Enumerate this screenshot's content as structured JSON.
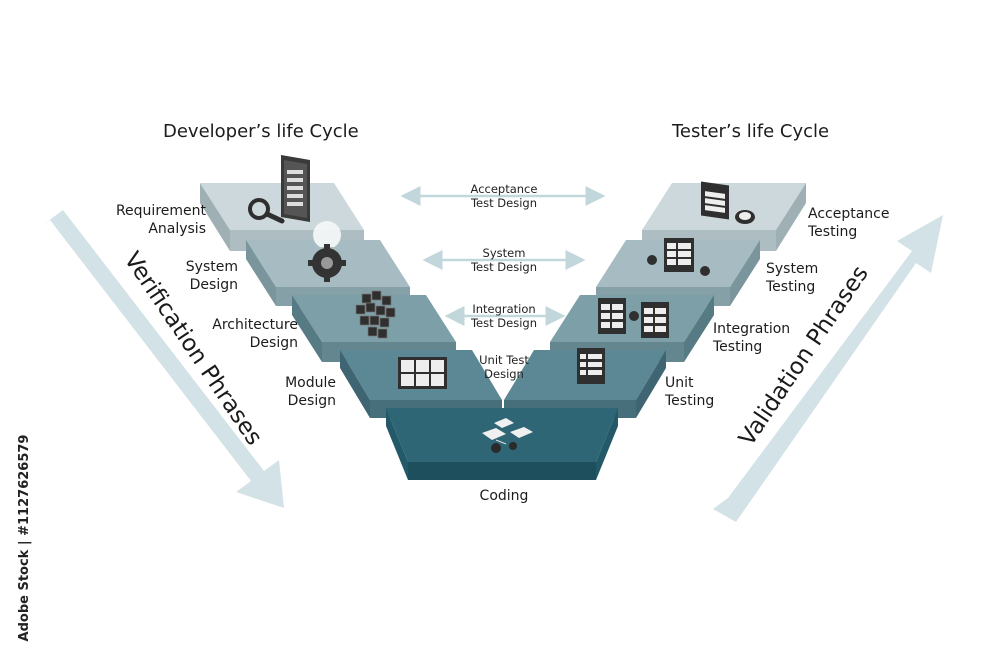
{
  "headings": {
    "developer": "Developer’s life Cycle",
    "tester": "Tester’s life Cycle"
  },
  "developer_steps": [
    {
      "label": "Requirement\nAnalysis",
      "icon": "document-magnifier-icon"
    },
    {
      "label": "System\nDesign",
      "icon": "lightbulb-gear-icon"
    },
    {
      "label": "Architecture\nDesign",
      "icon": "cube-blocks-icon"
    },
    {
      "label": "Module\nDesign",
      "icon": "module-grid-icon"
    }
  ],
  "tester_steps": [
    {
      "label": "Acceptance\nTesting",
      "icon": "window-clock-icon"
    },
    {
      "label": "System\nTesting",
      "icon": "window-gears-icon"
    },
    {
      "label": "Integration\nTesting",
      "icon": "linked-windows-icon"
    },
    {
      "label": "Unit\nTesting",
      "icon": "list-window-icon"
    }
  ],
  "links": [
    {
      "label": "Acceptance\nTest Design"
    },
    {
      "label": "System\nTest Design"
    },
    {
      "label": "Integration\nTest Design"
    },
    {
      "label": "Unit Test\nDesign"
    }
  ],
  "coding": {
    "label": "Coding",
    "icon": "code-chips-icon"
  },
  "phrases": {
    "verification": "Verification Phrases",
    "validation": "Validation Phrases"
  },
  "credit": "Adobe Stock | #1127626579",
  "colors": {
    "step1": "#b7c6ca",
    "step2": "#8fa9b0",
    "step3": "#6b909a",
    "step4": "#4e7a86",
    "coding": "#2d6373",
    "arrow": "#d3e2e6",
    "link": "#c2d7dc"
  }
}
